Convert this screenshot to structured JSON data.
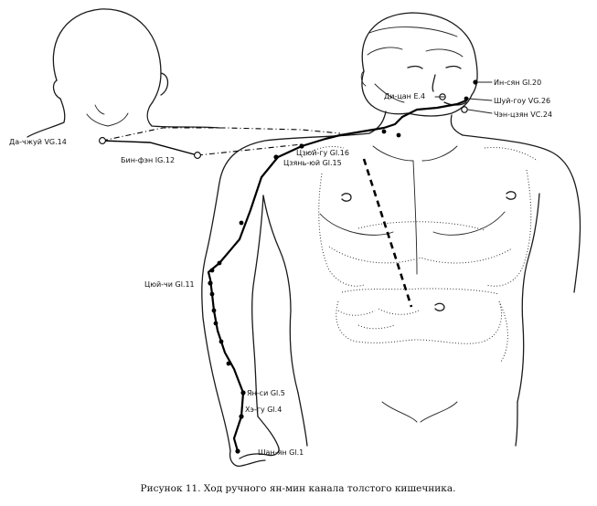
{
  "labels": {
    "da_chzhuy": "Да-чжуй VG.14",
    "bin_fen": "Бин-фэн IG.12",
    "tsyuy_gu": "Цзюй-гу Gl.16",
    "tszyan_yuy": "Цзянь-юй Gl.15",
    "in_syan": "Ин-сян Gl.20",
    "di_tsan": "Ди-цан E.4",
    "shuy_gou": "Шуй-гоу VG.26",
    "chen_tszyan": "Чэн-цзян VC.24",
    "tsyuy_chi": "Цюй-чи Gl.11",
    "yan_si": "Ян-си Gl.5",
    "he_gu": "Хэ-гу Gl.4",
    "shan_yan": "Шан-ян Gl.1"
  },
  "caption": "Рисунок 11. Ход ручного ян-мин канала толстого кишечника."
}
